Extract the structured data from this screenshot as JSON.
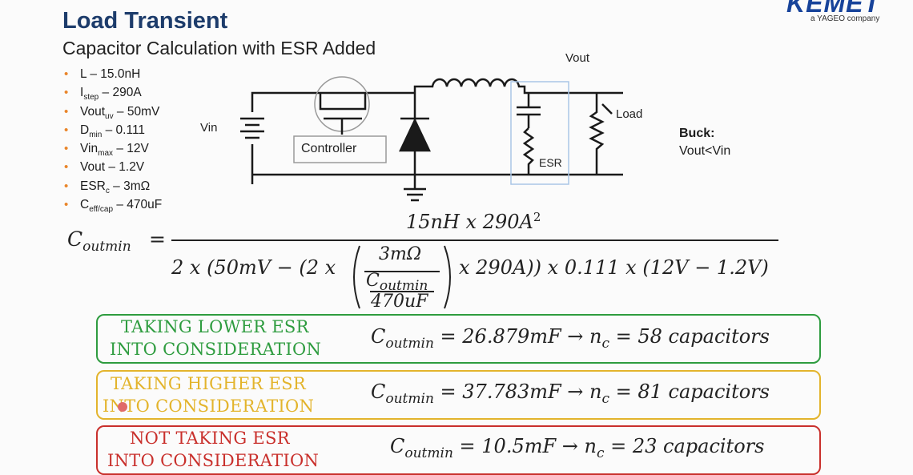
{
  "header": {
    "title": "Load Transient",
    "subtitle": "Capacitor Calculation with ESR Added",
    "logo_text": "KEMET",
    "logo_tagline": "a YAGEO company"
  },
  "bullets": [
    {
      "name": "L",
      "sub": "",
      "value": " – 15.0nH"
    },
    {
      "name": "I",
      "sub": "step",
      "value": " – 290A"
    },
    {
      "name": "Vout",
      "sub": "uv",
      "value": " – 50mV"
    },
    {
      "name": "D",
      "sub": "min",
      "value": " –  0.111"
    },
    {
      "name": "Vin",
      "sub": "max",
      "value": " – 12V"
    },
    {
      "name": "Vout",
      "sub": "",
      "value": " – 1.2V"
    },
    {
      "name": "ESR",
      "sub": "c",
      "value": " – 3mΩ"
    },
    {
      "name": "C",
      "sub": "eff/cap",
      "value": " – 470uF"
    }
  ],
  "circuit": {
    "vin_label": "Vin",
    "vout_label": "Vout",
    "load_label": "Load",
    "controller_label": "Controller",
    "esr_label": "ESR"
  },
  "buck": {
    "line1": "Buck:",
    "line2": "Vout<Vin"
  },
  "formula": {
    "lhs": "C",
    "lhs_sub": "outmin",
    "equals": "=",
    "numerator": "15nH x 290A",
    "numerator_exp": "2",
    "den_part1": "2 x (50mV − (2 x",
    "frac_top": "3mΩ",
    "frac_inner_top": "C",
    "frac_inner_top_sub": "outmin",
    "frac_inner_bottom": "470uF",
    "den_part2": "x 290A)) x 0.111 x (12V − 1.2V)"
  },
  "results": [
    {
      "label_line1": "TAKING LOWER ESR",
      "label_line2": "INTO CONSIDERATION",
      "c": "C",
      "sub": "outmin",
      "value": " = 26.879mF → n",
      "n_sub": "c",
      "count": " = 58 capacitors",
      "color": "#2e9c3f"
    },
    {
      "label_line1": "TAKING HIGHER ESR",
      "label_line2": "INTO CONSIDERATION",
      "c": "C",
      "sub": "outmin",
      "value": " = 37.783mF → n",
      "n_sub": "c",
      "count": " = 81 capacitors",
      "color": "#e3b42c"
    },
    {
      "label_line1": "NOT TAKING ESR",
      "label_line2": "INTO CONSIDERATION",
      "c": "C",
      "sub": "outmin",
      "value": " = 10.5mF → n",
      "n_sub": "c",
      "count": " = 23 capacitors",
      "color": "#c9302c"
    }
  ],
  "colors": {
    "title": "#1d3c6b",
    "bullet": "#e9852a",
    "logo": "#17439a"
  }
}
